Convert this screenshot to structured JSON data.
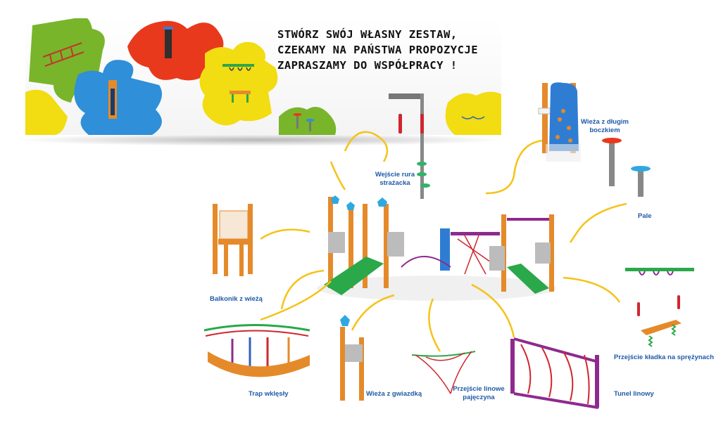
{
  "banner": {
    "lines": [
      "STWÓRZ SWÓJ WŁASNY ZESTAW,",
      "CZEKAMY NA PAŃSTWA PROPOZYCJE",
      "ZAPRASZAMY DO WSPÓŁPRACY !"
    ],
    "puzzle_colors": [
      "#78b52b",
      "#2f8fd8",
      "#e8391c",
      "#f2dc12"
    ]
  },
  "components": {
    "firemans_pole": "Wejście rura strażacka",
    "tower_long_side": "Wieża z długim boczkiem",
    "posts": "Pale",
    "balcony_tower": "Balkonik z wieżą",
    "spring_bridge": "Przejście kładka na sprężynach",
    "concave_ladder": "Trap wklęsły",
    "star_tower": "Wieża z gwiazdką",
    "web_crossing": "Przejście linowe pajęczyna",
    "rope_tunnel": "Tunel linowy"
  },
  "colors": {
    "wood": "#e58a2a",
    "slide": "#2aa84a",
    "accent_blue": "#1f5aa6",
    "arrow": "#f5c318"
  }
}
